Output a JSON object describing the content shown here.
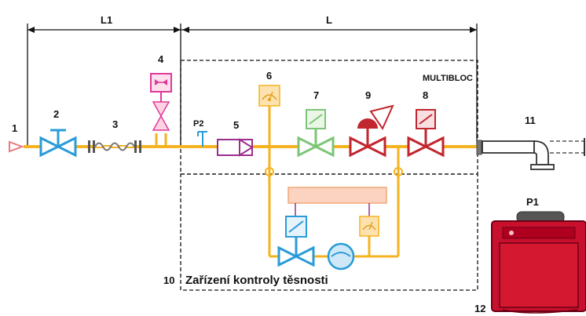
{
  "dimensions": {
    "l1": "L1",
    "l": "L"
  },
  "labels": {
    "n1": "1",
    "n2": "2",
    "n3": "3",
    "n4": "4",
    "n5": "5",
    "n6": "6",
    "n7": "7",
    "n8": "8",
    "n9": "9",
    "n10": "10",
    "n11": "11",
    "n12": "12",
    "p1": "P1",
    "p2": "P2"
  },
  "multibloc_label": "MULTIBLOC",
  "tightness_caption": "Zařízení kontroly těsnosti",
  "colors": {
    "pipe": "#f5b321",
    "valve_blue": "#2a9bd8",
    "valve_green": "#7cc576",
    "valve_red": "#c2262e",
    "pink": "#e0389a",
    "burner_red": "#c8102e",
    "gauge_fill": "#fde2b0"
  }
}
